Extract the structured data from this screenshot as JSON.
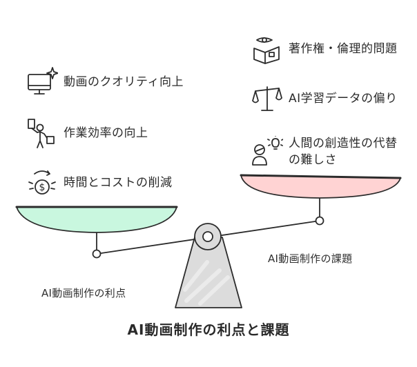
{
  "title": "AI動画制作の利点と課題",
  "benefits": {
    "caption": "AI動画制作の利点",
    "items": [
      {
        "label": "動画のクオリティ向上",
        "icon": "monitor-sparkle-icon"
      },
      {
        "label": "作業効率の向上",
        "icon": "person-presenting-icon"
      },
      {
        "label": "時間とコストの削減",
        "icon": "dollar-cycle-icon"
      }
    ]
  },
  "challenges": {
    "caption": "AI動画制作の課題",
    "items": [
      {
        "label": "著作権・倫理的問題",
        "icon": "book-eye-icon"
      },
      {
        "label": "AI学習データの偏り",
        "icon": "balance-scale-icon"
      },
      {
        "label": "人間の創造性の代替の難しさ",
        "icon": "person-lightbulb-icon"
      }
    ]
  },
  "colors": {
    "benefit_pan": "#c9f7df",
    "challenge_pan": "#ffd3d3",
    "fulcrum": "#dcdcdc",
    "ink": "#2b2b2b"
  }
}
